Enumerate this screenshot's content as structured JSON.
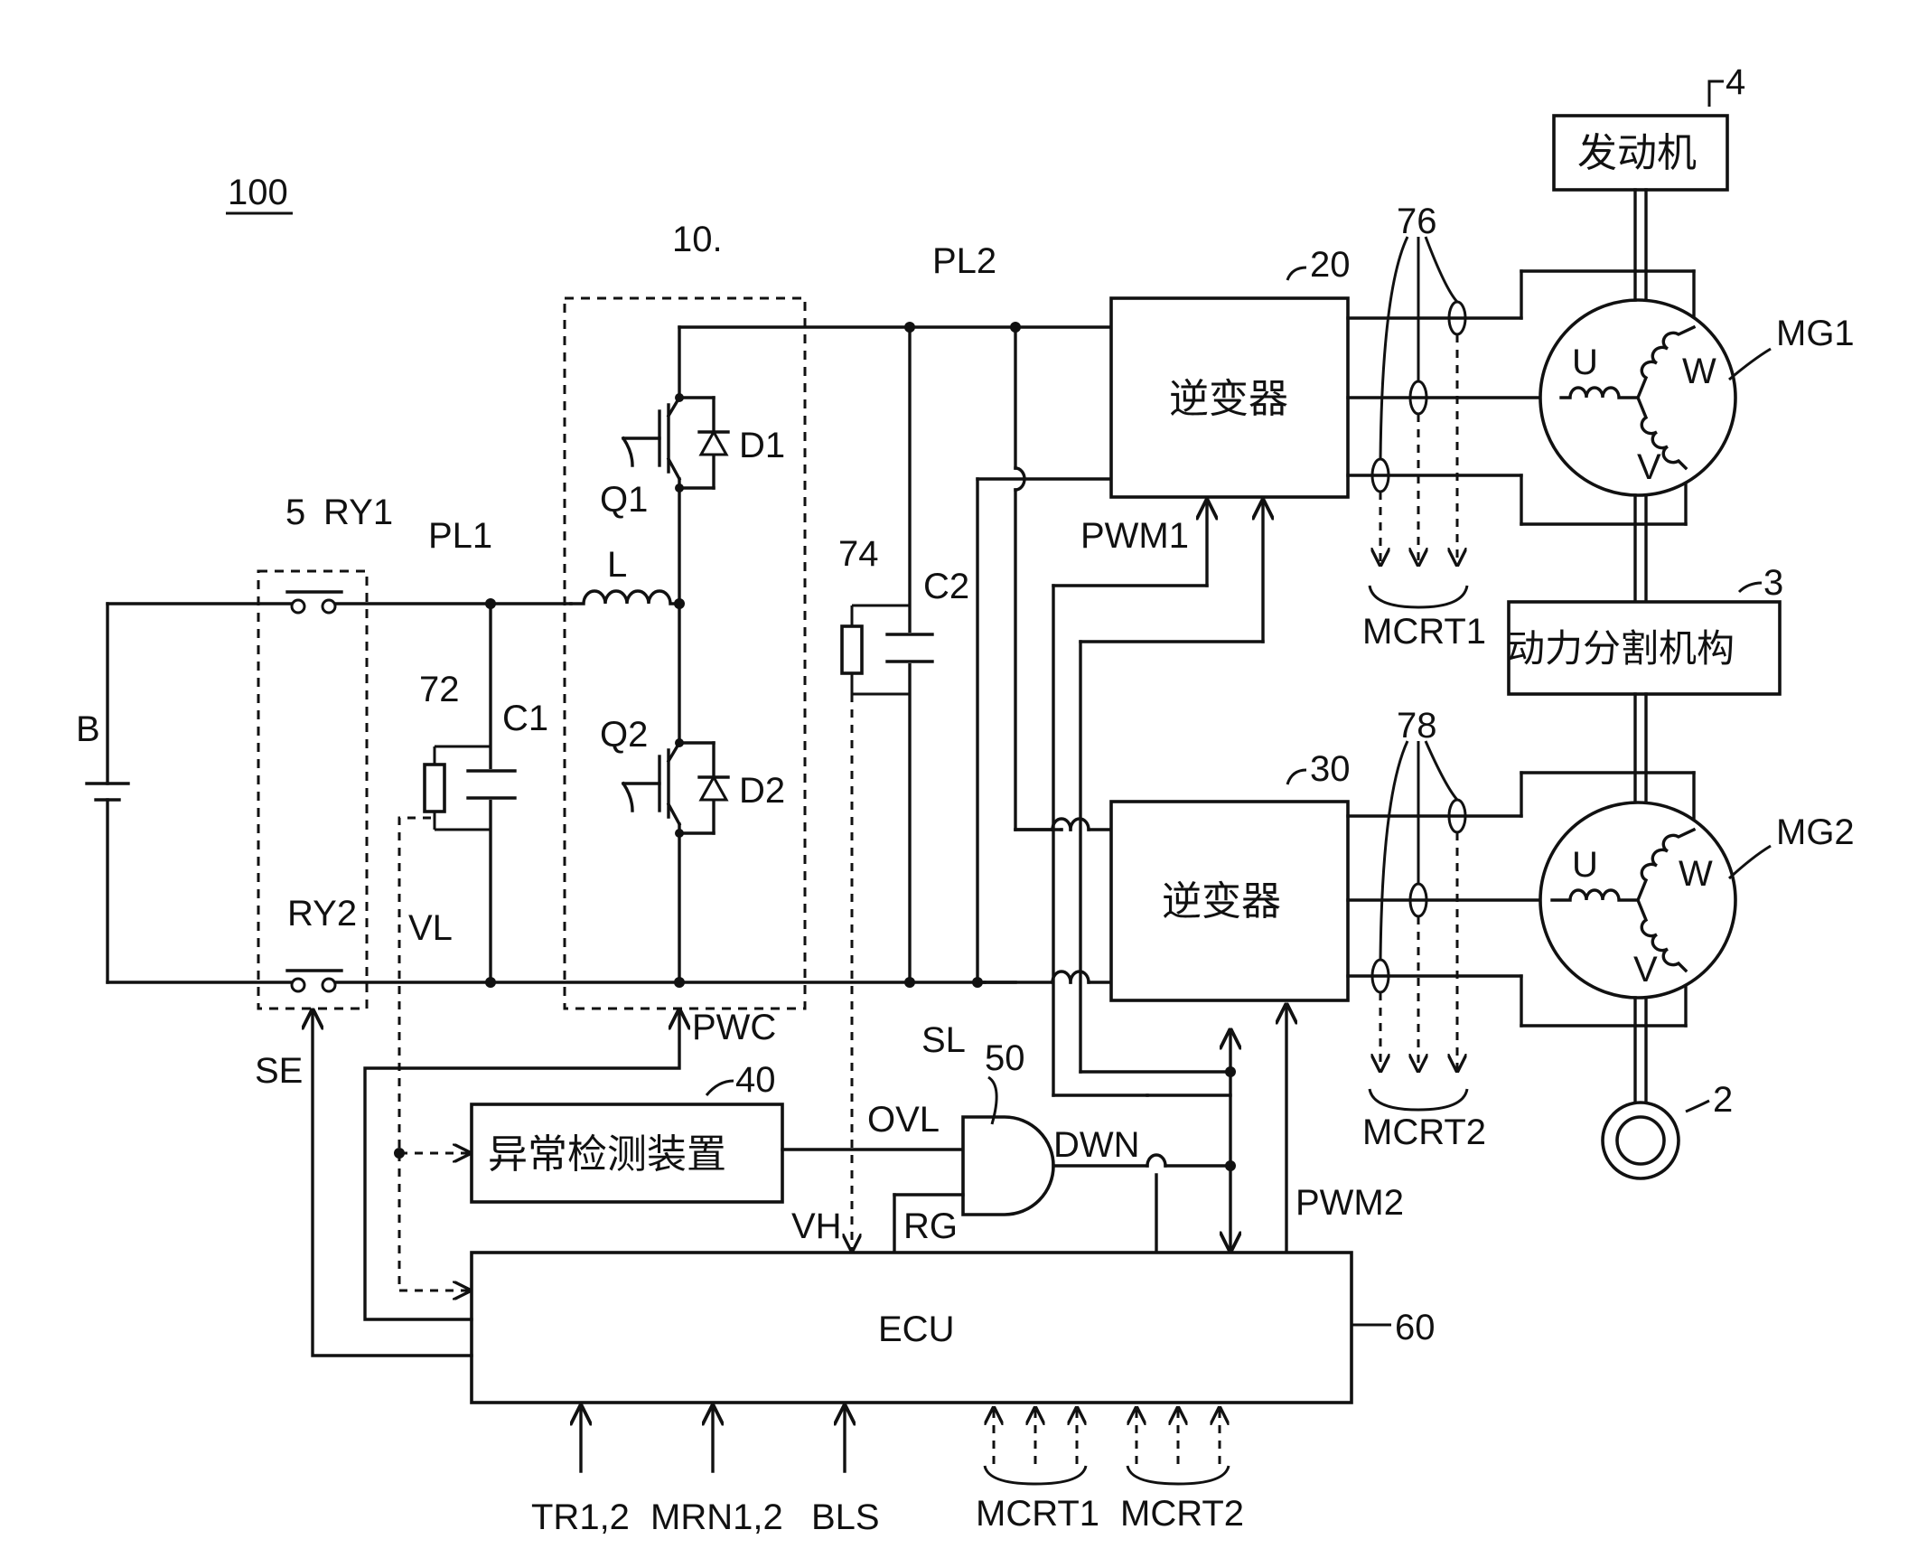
{
  "figure": {
    "ref": "100"
  },
  "blocks": {
    "engine": {
      "label": "发动机",
      "ref": "4"
    },
    "power_split": {
      "label": "动力分割机构",
      "ref": "3"
    },
    "inverter1": {
      "label": "逆变器",
      "ref": "20"
    },
    "inverter2": {
      "label": "逆变器",
      "ref": "30"
    },
    "anomaly": {
      "label": "异常检测装置",
      "ref": "40"
    },
    "ecu": {
      "label": "ECU",
      "ref": "60"
    },
    "converter": {
      "ref": "10."
    },
    "relay_box": {
      "ref": "5"
    },
    "and_gate": {
      "ref": "50"
    },
    "wheel": {
      "ref": "2"
    }
  },
  "components": {
    "battery": "B",
    "relay1": "RY1",
    "relay2": "RY2",
    "inductor": "L",
    "q1": "Q1",
    "q2": "Q2",
    "d1": "D1",
    "d2": "D2",
    "c1": "C1",
    "c2": "C2",
    "sensor72": "72",
    "sensor74": "74",
    "sensor76": "76",
    "sensor78": "78"
  },
  "motors": {
    "mg1": {
      "name": "MG1",
      "u": "U",
      "v": "V",
      "w": "W"
    },
    "mg2": {
      "name": "MG2",
      "u": "U",
      "v": "V",
      "w": "W"
    }
  },
  "signals": {
    "pl1": "PL1",
    "pl2": "PL2",
    "sl": "SL",
    "vl": "VL",
    "vh": "VH",
    "se": "SE",
    "pwc": "PWC",
    "pwm1": "PWM1",
    "pwm2": "PWM2",
    "ovl": "OVL",
    "dwn": "DWN",
    "rg": "RG",
    "mcrt1": "MCRT1",
    "mcrt2": "MCRT2"
  },
  "ecu_inputs": {
    "tr": "TR1,2",
    "mrn": "MRN1,2",
    "bls": "BLS",
    "mcrt1": "MCRT1",
    "mcrt2": "MCRT2"
  }
}
